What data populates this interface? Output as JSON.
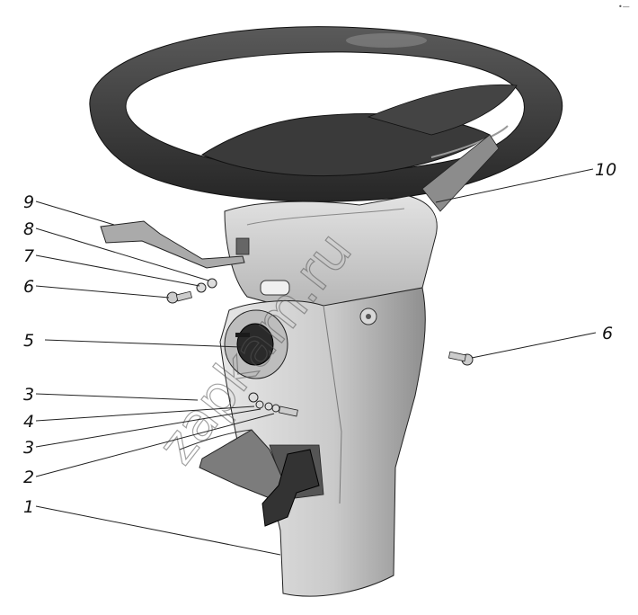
{
  "callouts": {
    "c1": "1",
    "c2": "2",
    "c3a": "3",
    "c3b": "3",
    "c4": "4",
    "c5": "5",
    "c6a": "6",
    "c6b": "6",
    "c7": "7",
    "c8": "8",
    "c9": "9",
    "c10": "10"
  },
  "watermark": "zapkam.ru",
  "corner_mark": "•—",
  "colors": {
    "wheel": "#3d3d3d",
    "housing": "#cfcfcf",
    "housing_shade": "#9e9e9e",
    "dark_part": "#333333"
  }
}
